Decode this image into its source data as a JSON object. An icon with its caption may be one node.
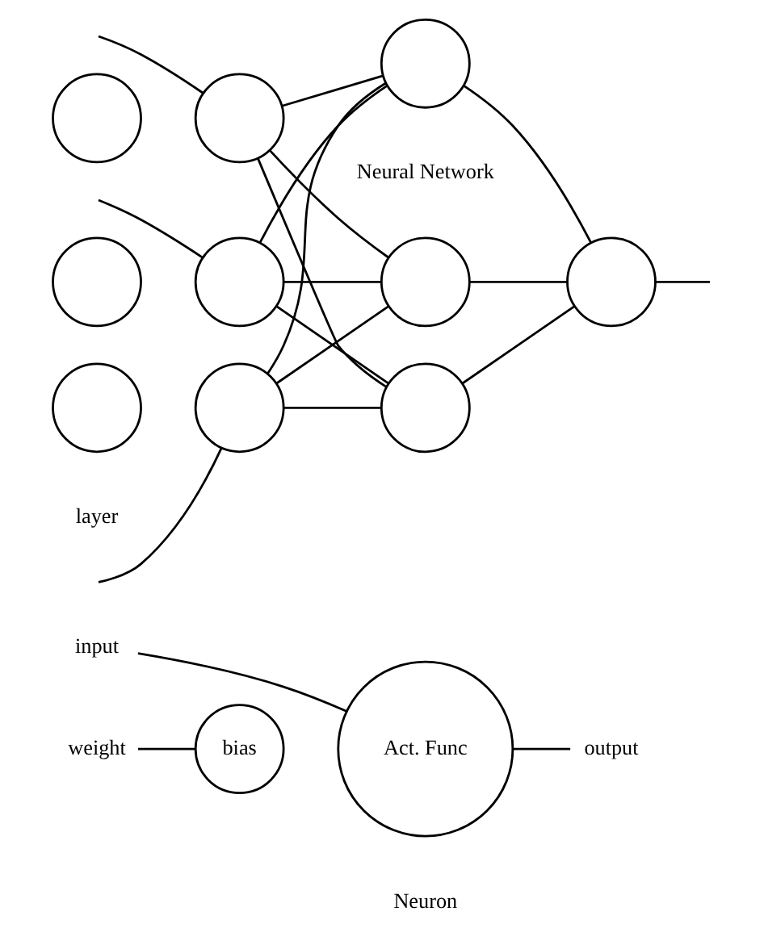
{
  "diagram": {
    "nodes": [
      {
        "text": [
          "input"
        ]
      },
      {
        "text": [
          "bias"
        ]
      },
      {
        "text": [
          "Act. Func"
        ]
      },
      {
        "text": [
          "output"
        ]
      },
      {
        "text": [
          "weight"
        ]
      },
      {
        "text": [],
        "shape": "circle"
      },
      {
        "text": [],
        "shape": "circle"
      },
      {
        "text": [],
        "shape": "circle"
      },
      {
        "text": [],
        "shape": "circle"
      },
      {
        "text": [],
        "shape": "circle"
      },
      {
        "text": [],
        "shape": "circle"
      },
      {
        "text": [],
        "shape": "circle"
      },
      {
        "text": [],
        "shape": "circle"
      },
      {
        "text": [],
        "shape": "circle"
      },
      {
        "text": [],
        "shape": "circle"
      }
    ],
    "edges": [
      {
        "from": 0,
        "to": 2,
        "arrow": "none"
      },
      {
        "from": 4,
        "to": 1,
        "arrow": "none"
      },
      {
        "from": 2,
        "to": 3,
        "arrow": "none"
      },
      {
        "from": null,
        "to": 8,
        "arrow": "none"
      },
      {
        "from": null,
        "to": 9,
        "arrow": "none"
      },
      {
        "from": null,
        "to": 10,
        "arrow": "none"
      },
      {
        "from": 8,
        "to": 11,
        "arrow": "none"
      },
      {
        "from": 8,
        "to": 12,
        "arrow": "none"
      },
      {
        "from": 8,
        "to": 13,
        "arrow": "none"
      },
      {
        "from": 9,
        "to": 11,
        "arrow": "none"
      },
      {
        "from": 9,
        "to": 12,
        "arrow": "none"
      },
      {
        "from": 9,
        "to": 13,
        "arrow": "none"
      },
      {
        "from": 10,
        "to": 11,
        "arrow": "none"
      },
      {
        "from": 10,
        "to": 12,
        "arrow": "none"
      },
      {
        "from": 10,
        "to": 13,
        "arrow": "none"
      },
      {
        "from": 11,
        "to": 14,
        "arrow": "none"
      },
      {
        "from": 12,
        "to": 14,
        "arrow": "none"
      },
      {
        "from": 13,
        "to": 14,
        "arrow": "none"
      },
      {
        "from": 14,
        "to": null,
        "arrow": "none"
      }
    ],
    "labels": [
      "Neuron",
      "layer",
      "Neural Network"
    ]
  }
}
